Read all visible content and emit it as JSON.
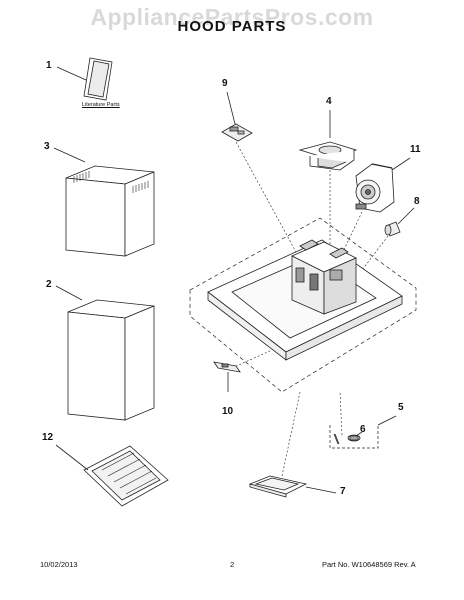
{
  "watermark": "AppliancePartsPros.com",
  "title": "HOOD PARTS",
  "literature_label": "Literature Parts",
  "callouts": {
    "c1": "1",
    "c2": "2",
    "c3": "3",
    "c4": "4",
    "c5": "5",
    "c6": "6",
    "c7": "7",
    "c8": "8",
    "c9": "9",
    "c10": "10",
    "c11": "11",
    "c12": "12"
  },
  "footer": {
    "date": "10/02/2013",
    "page": "2",
    "part_no": "Part No. W10648569 Rev. A"
  }
}
